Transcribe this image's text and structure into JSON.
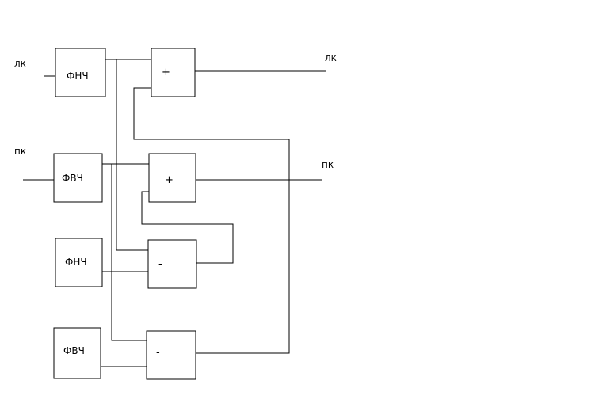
{
  "inputs": {
    "left": "лк",
    "right": "пк"
  },
  "outputs": {
    "left": "лк",
    "right": "пк"
  },
  "blocks": {
    "lpf1": "ФНЧ",
    "hpf1": "ФВЧ",
    "lpf2": "ФНЧ",
    "hpf2": "ФВЧ",
    "sum1": "+",
    "sum2": "+",
    "sub1": "-",
    "sub2": "-"
  }
}
